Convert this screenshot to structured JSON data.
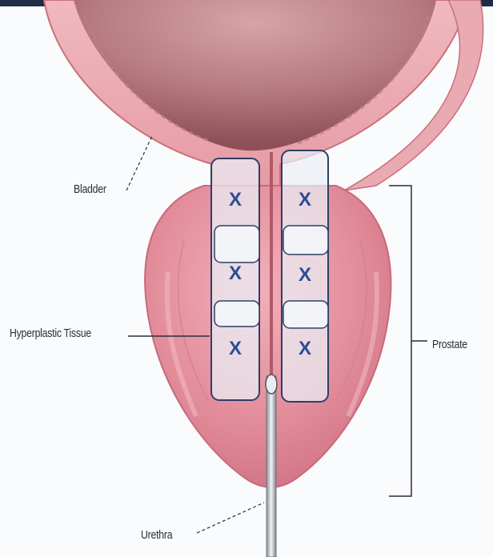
{
  "labels": {
    "bladder": "Bladder",
    "hyperplastic_tissue": "Hyperplastic Tissue",
    "prostate": "Prostate",
    "urethra": "Urethra"
  },
  "marks": {
    "left_top": "X",
    "left_middle": "X",
    "left_bottom": "X",
    "right_top": "X",
    "right_middle": "X",
    "right_bottom": "X"
  },
  "colors": {
    "header_bar": "#1f2c48",
    "bladder_wall": "#e8a4ad",
    "bladder_inner": "#a86a72",
    "prostate": "#e69aa6",
    "column_outline": "#2f3e66",
    "x_mark": "#2b4c96"
  }
}
